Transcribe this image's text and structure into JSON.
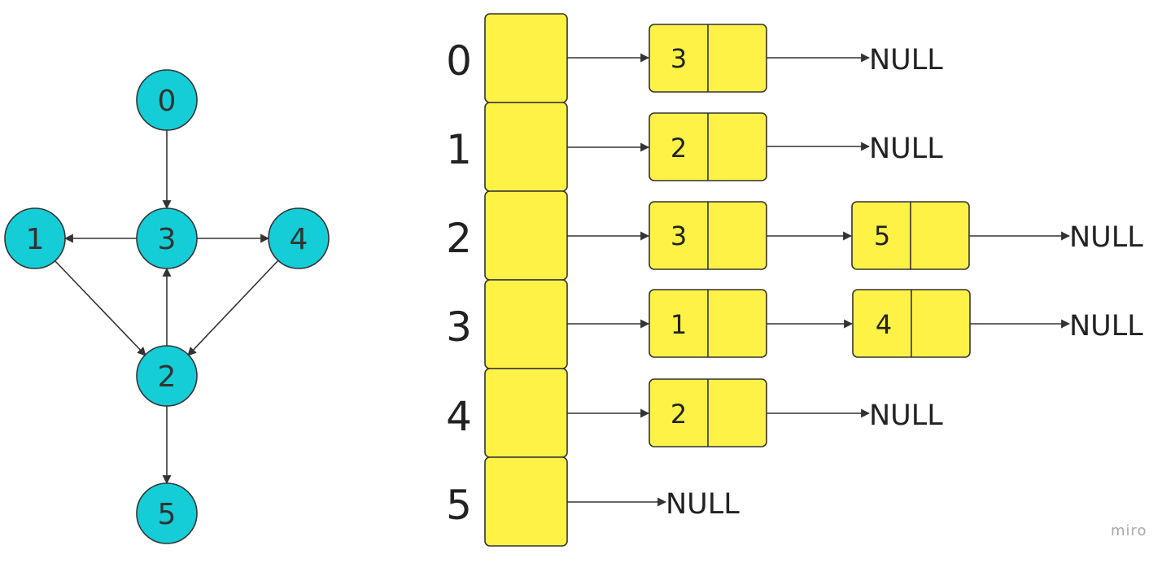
{
  "graph": {
    "nodes": [
      "0",
      "1",
      "2",
      "3",
      "4",
      "5"
    ],
    "edges": [
      [
        "0",
        "3"
      ],
      [
        "1",
        "2"
      ],
      [
        "2",
        "3"
      ],
      [
        "2",
        "5"
      ],
      [
        "3",
        "1"
      ],
      [
        "3",
        "4"
      ],
      [
        "4",
        "2"
      ]
    ]
  },
  "adjacency_list": {
    "rows": [
      {
        "index": "0",
        "items": [
          "3"
        ],
        "terminator": "NULL"
      },
      {
        "index": "1",
        "items": [
          "2"
        ],
        "terminator": "NULL"
      },
      {
        "index": "2",
        "items": [
          "3",
          "5"
        ],
        "terminator": "NULL"
      },
      {
        "index": "3",
        "items": [
          "1",
          "4"
        ],
        "terminator": "NULL"
      },
      {
        "index": "4",
        "items": [
          "2"
        ],
        "terminator": "NULL"
      },
      {
        "index": "5",
        "items": [],
        "terminator": "NULL"
      }
    ]
  },
  "watermark": "miro",
  "colors": {
    "node_fill": "#15cdd6",
    "cell_fill": "#fff247",
    "stroke": "#333333"
  }
}
